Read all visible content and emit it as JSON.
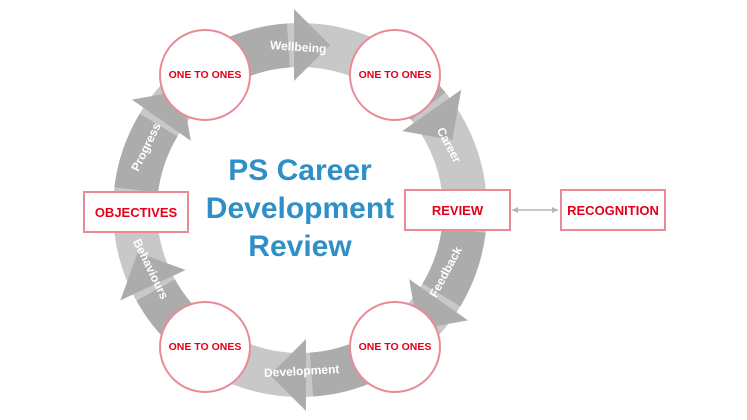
{
  "title_lines": [
    "PS Career",
    "Development",
    "Review"
  ],
  "nodes": {
    "top_left": "ONE TO ONES",
    "top_right": "ONE TO ONES",
    "bottom_left": "ONE TO ONES",
    "bottom_right": "ONE TO ONES",
    "left": "OBJECTIVES",
    "right": "REVIEW",
    "external": "RECOGNITION"
  },
  "arrows": [
    "Wellbeing",
    "Career",
    "Feedback",
    "Development",
    "Behaviours",
    "Progress"
  ],
  "colors": {
    "ring": "#c8c8c8",
    "ring_dark": "#acacac",
    "accent": "#e2001a",
    "border": "#ea8a97",
    "title": "#2e90c6"
  }
}
